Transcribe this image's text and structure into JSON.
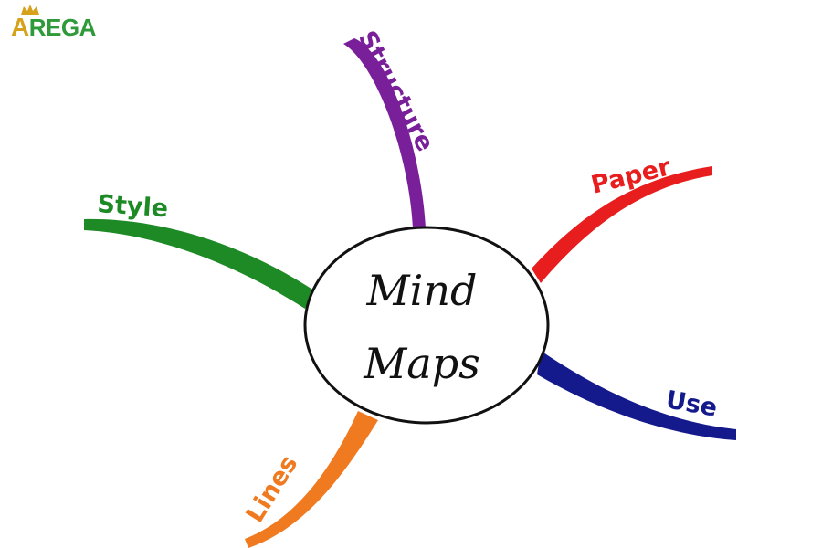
{
  "logo": {
    "mark": "A",
    "rest": "REGA",
    "icon": "crown-icon",
    "color_gold": "#d6a21c",
    "color_green": "#2e9a3a"
  },
  "center": {
    "line1": "Mind",
    "line2": "Maps"
  },
  "branches": [
    {
      "id": "structure",
      "label": "Structure",
      "color": "#7a1f9a"
    },
    {
      "id": "paper",
      "label": "Paper",
      "color": "#e81e1e"
    },
    {
      "id": "use",
      "label": "Use",
      "color": "#141a8c"
    },
    {
      "id": "lines",
      "label": "Lines",
      "color": "#f07a20"
    },
    {
      "id": "style",
      "label": "Style",
      "color": "#1e8a26"
    }
  ]
}
